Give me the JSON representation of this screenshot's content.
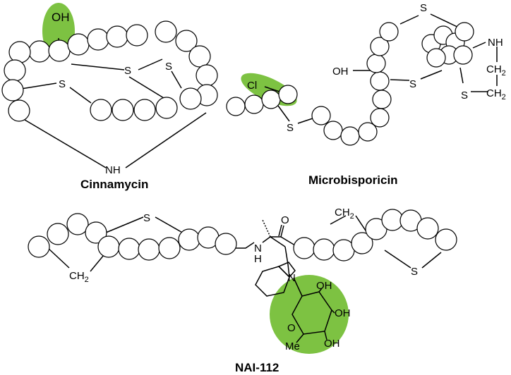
{
  "molecules": {
    "cinnamycin": {
      "name": "Cinnamycin",
      "labels": {
        "hydroxyl": "OH",
        "sulfur": "S",
        "bridge": "NH"
      }
    },
    "microbisporicin": {
      "name": "Microbisporicin",
      "labels": {
        "hydroxyl": "OH",
        "chlorine": "Cl",
        "sulfur": "S",
        "amine": "NH",
        "methylene": "CH",
        "methylene_sub": "2"
      }
    },
    "nai112": {
      "name": "NAI-112",
      "labels": {
        "sulfur": "S",
        "methylene": "CH",
        "methylene_sub": "2",
        "amine_n": "N",
        "amine_h": "H",
        "carbonyl_o": "O",
        "indole_n": "N",
        "hydroxyl": "OH",
        "ring_o": "O",
        "methyl": "Me"
      }
    }
  },
  "colors": {
    "highlight": "#7dc242",
    "line": "#000000",
    "bead_fill": "#ffffff"
  }
}
